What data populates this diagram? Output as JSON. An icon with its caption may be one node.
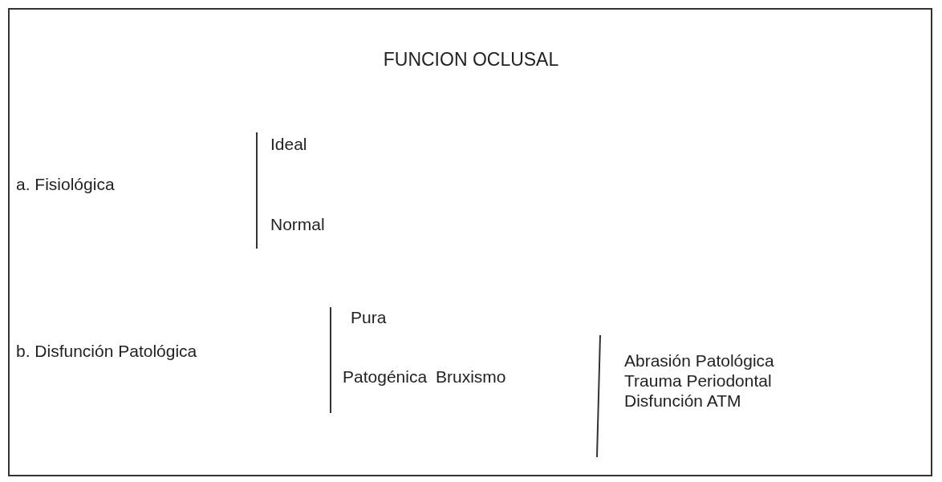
{
  "diagram": {
    "title": "FUNCION OCLUSAL",
    "labels": [
      "a. Fisiológica",
      "Ideal",
      "Normal",
      "b. Disfunción Patológica",
      "Pura",
      "Patogénica",
      "Bruxismo",
      "Abrasión Patológica",
      "Trauma Periodontal",
      "Disfunción ATM"
    ]
  }
}
